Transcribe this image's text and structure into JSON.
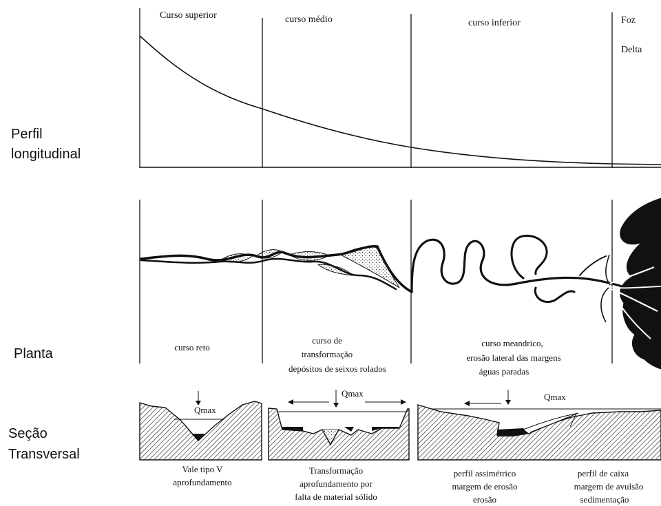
{
  "row_labels": {
    "perfil": [
      "Perfil",
      "longitudinal"
    ],
    "planta": "Planta",
    "secao": [
      "Seção",
      "Transversal"
    ]
  },
  "sections": {
    "superior": "Curso superior",
    "medio": "curso médio",
    "inferior": "curso inferior",
    "foz": "Foz",
    "delta": "Delta"
  },
  "planta_captions": {
    "reto": "curso reto",
    "transformacao": [
      "curso de",
      "transformação",
      "depósitos de seixos rolados"
    ],
    "meandrico": [
      "curso meandrico,",
      "erosão lateral das margens",
      "águas paradas"
    ]
  },
  "qmax": "Qmax",
  "secao_captions": {
    "v": [
      "Vale tipo V",
      "aprofundamento"
    ],
    "transformacao": [
      "Transformação",
      "aprofundamento por",
      "falta de material sólido"
    ],
    "assimetrico": [
      "perfil assimétrico",
      "margem de erosão",
      "erosão"
    ],
    "caixa": [
      "perfil de caixa",
      "margem de avulsão",
      "sedimentação"
    ]
  },
  "colors": {
    "ink": "#111111",
    "hatch": "#222222",
    "background": "#ffffff"
  }
}
